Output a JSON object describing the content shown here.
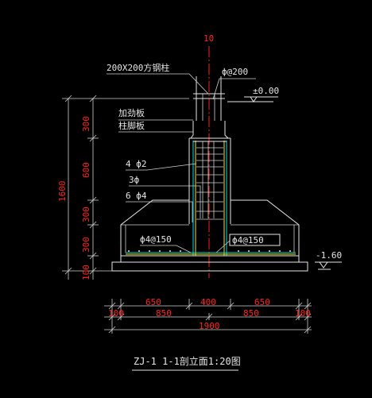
{
  "labels": {
    "axis_mark": "10",
    "steel_column": "200X200方钢柱",
    "top_rebar": "ф@200",
    "elevation_top": "±0.00",
    "stiffener_plate": "加劲板",
    "base_plate": "柱脚板",
    "rebar_a": "4 ф2",
    "rebar_b": "3ф",
    "rebar_c": "6 ф4",
    "stirrup_left": "ф4@150",
    "stirrup_right": "ф4@150",
    "elevation_bottom": "-1.60",
    "title": "ZJ-1 1-1剖立面1:20图"
  },
  "vertical_dims": {
    "total": "1600",
    "segments": [
      "300",
      "600",
      "300",
      "300",
      "100"
    ]
  },
  "horizontal_dims": {
    "upper": [
      "650",
      "400",
      "650"
    ],
    "lower": [
      "100",
      "850",
      "850",
      "100"
    ],
    "total": "1900"
  },
  "colors": {
    "background": "#000000",
    "line": "#e6e6e6",
    "dimension": "#ff2020",
    "rebar": "#00d8e8",
    "highlight": "#ffe400"
  }
}
